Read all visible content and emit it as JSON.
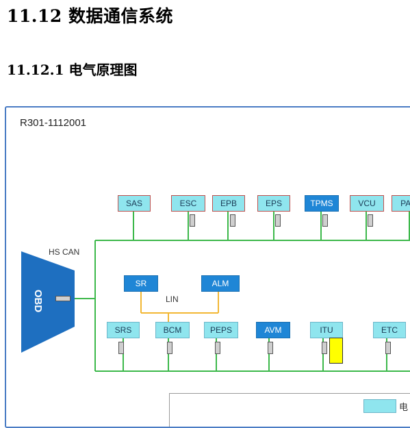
{
  "headings": {
    "section": "11.12 数据通信系统",
    "subsection": "11.12.1 电气原理图"
  },
  "diagram": {
    "code": "R301-1112001",
    "hs_can_label": "HS CAN",
    "lin_label": "LIN",
    "obd_label": "OBD",
    "top_nodes": [
      "SAS",
      "ESC",
      "EPB",
      "EPS",
      "TPMS",
      "VCU",
      "PAC"
    ],
    "lin_nodes": [
      "SR",
      "ALM"
    ],
    "bottom_nodes": [
      "SRS",
      "BCM",
      "PEPS",
      "AVM",
      "ITU",
      "ETC"
    ],
    "partial_text": "电",
    "colors": {
      "frame": "#4a7cc4",
      "can_bus": "#3cb84a",
      "lin_bus": "#f2b733",
      "light_node": "#8fe5ee",
      "dark_node": "#1f86d6",
      "obd": "#1e6fc0"
    }
  }
}
